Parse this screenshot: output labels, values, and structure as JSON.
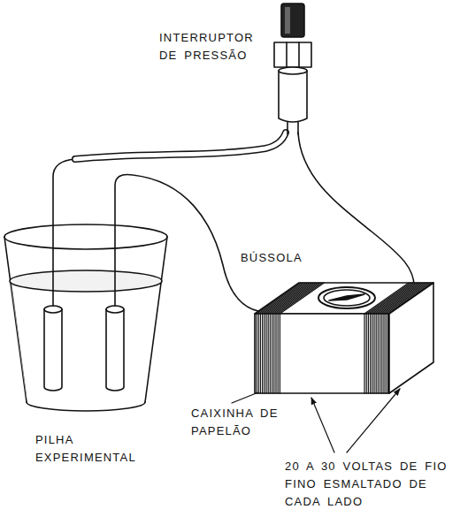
{
  "diagram": {
    "labels": [
      "INTERRUPTOR DE PRESSÃO",
      "BÚSSOLA",
      "PILHA EXPERIMENTAL",
      "CAIXINHA DE PAPELÃO",
      "20 A 30 VOLTAS DE FIO FINO ESMALTADO DE CADA LADO"
    ]
  }
}
